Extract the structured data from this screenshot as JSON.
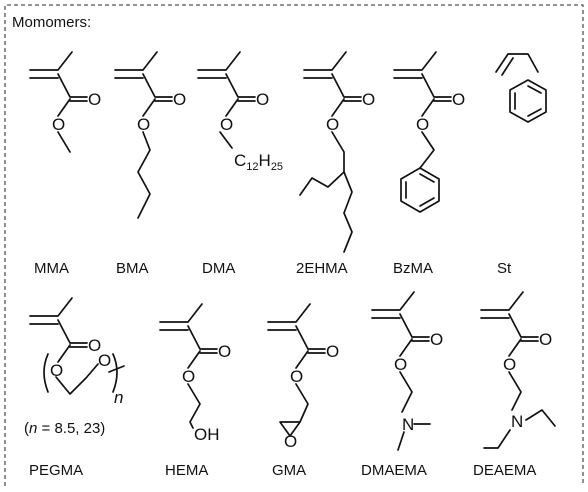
{
  "header": {
    "title": "Momomers:"
  },
  "atoms": {
    "O": "O",
    "N": "N",
    "C": "C",
    "H": "H",
    "OH": "OH"
  },
  "dma_chain": {
    "c_sub": "12",
    "h_sub": "25"
  },
  "pegma": {
    "repeat": "n",
    "note_open": "(",
    "note_var": "n",
    "note_rest": " = 8.5, 23)"
  },
  "monomers": [
    {
      "label": "MMA"
    },
    {
      "label": "BMA"
    },
    {
      "label": "DMA"
    },
    {
      "label": "2EHMA"
    },
    {
      "label": "BzMA"
    },
    {
      "label": "St"
    },
    {
      "label": "PEGMA"
    },
    {
      "label": "HEMA"
    },
    {
      "label": "GMA"
    },
    {
      "label": "DMAEMA"
    },
    {
      "label": "DEAEMA"
    }
  ]
}
